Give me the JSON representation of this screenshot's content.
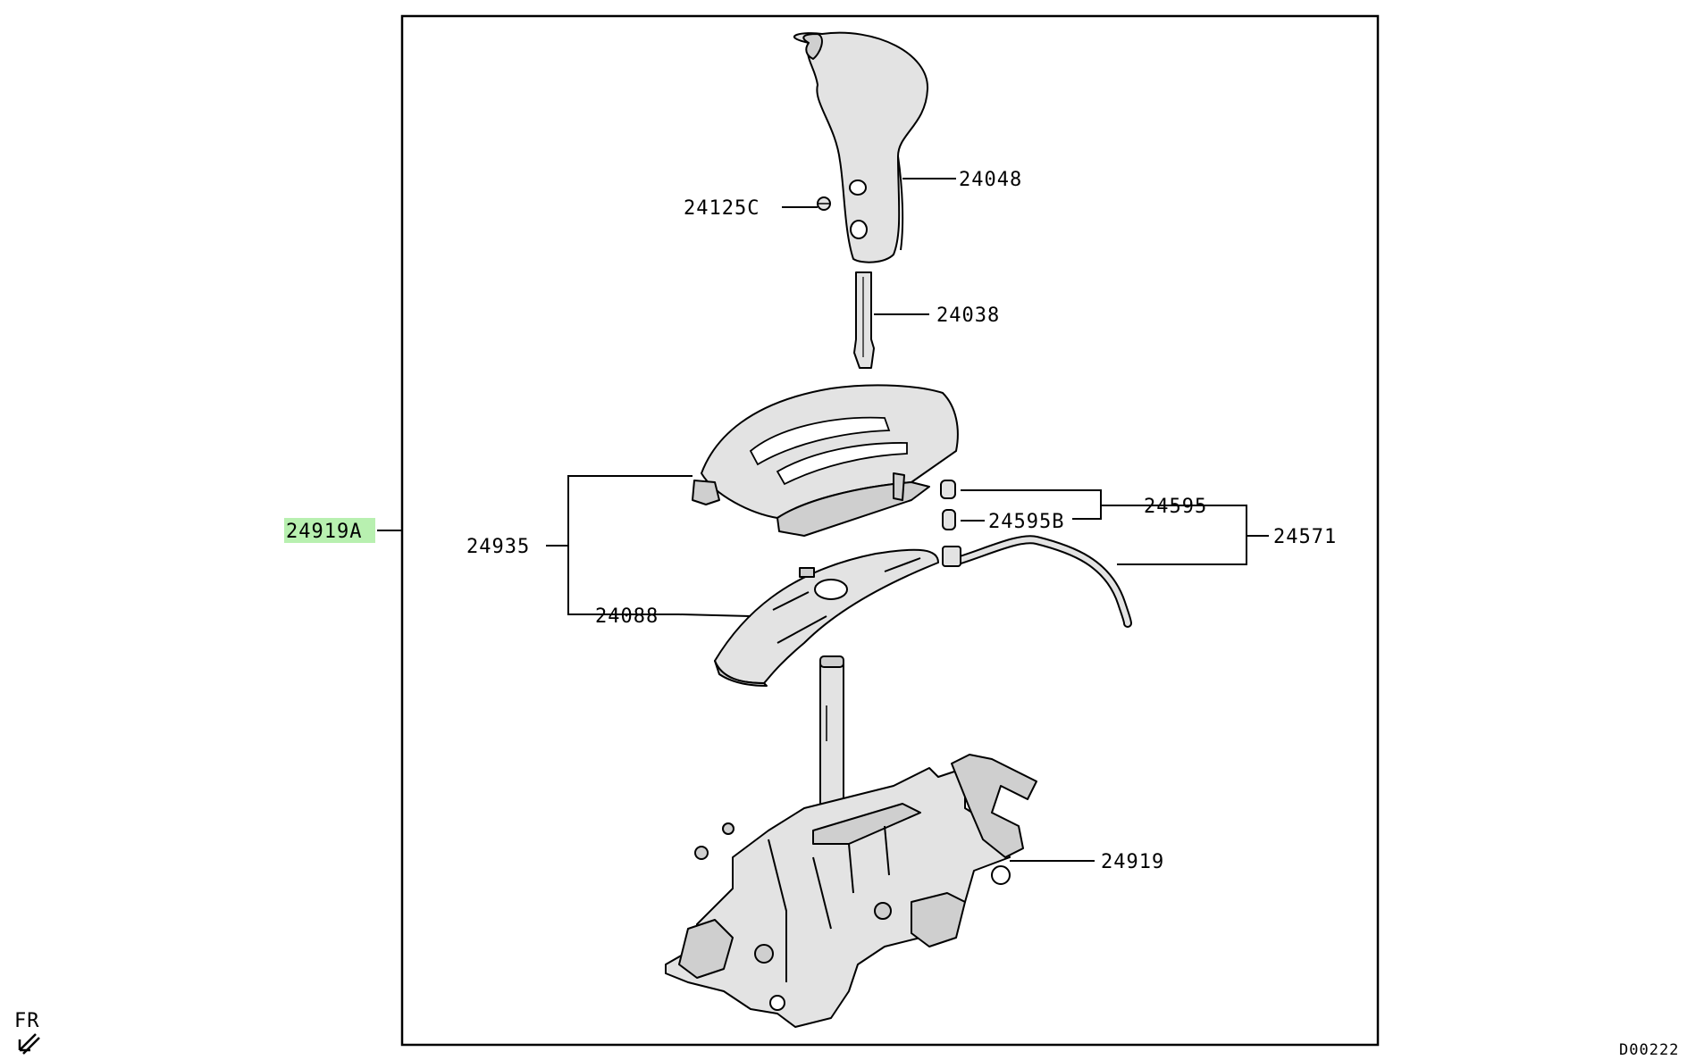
{
  "diagram": {
    "callouts": {
      "p24048": "24048",
      "p24125c": "24125C",
      "p24038": "24038",
      "p24935": "24935",
      "p24088": "24088",
      "p24919a": "24919A",
      "p24595": "24595",
      "p24595b": "24595B",
      "p24571": "24571",
      "p24919": "24919"
    },
    "direction_label": "FR",
    "drawing_code": "D00222",
    "highlight_color": "#b8f0b0"
  }
}
